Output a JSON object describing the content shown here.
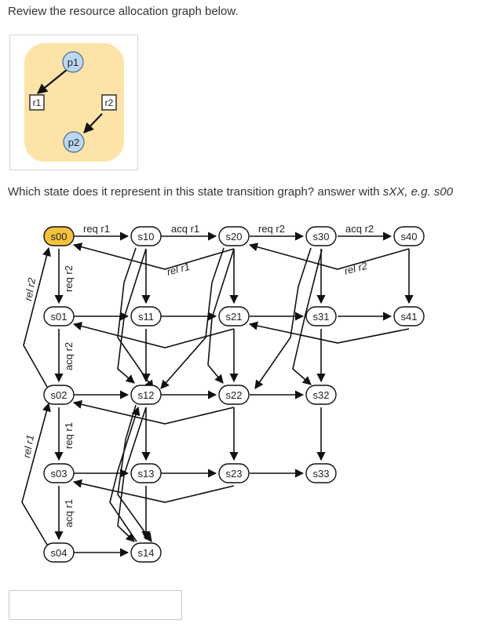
{
  "question": {
    "prompt1": "Review the resource allocation graph below.",
    "prompt2_main": "Which state does it represent in this state transition graph? answer with ",
    "prompt2_example": "sXX, e.g. s00"
  },
  "rag": {
    "processes": [
      "p1",
      "p2"
    ],
    "resources": [
      "r1",
      "r2"
    ],
    "colors": {
      "background": "#fde3a7",
      "process_fill": "#bcd8f0",
      "process_stroke": "#4a6c8c"
    }
  },
  "stg": {
    "states": {
      "s00": "s00",
      "s01": "s01",
      "s02": "s02",
      "s03": "s03",
      "s04": "s04",
      "s10": "s10",
      "s11": "s11",
      "s12": "s12",
      "s13": "s13",
      "s14": "s14",
      "s20": "s20",
      "s21": "s21",
      "s22": "s22",
      "s23": "s23",
      "s30": "s30",
      "s31": "s31",
      "s32": "s32",
      "s33": "s33",
      "s40": "s40",
      "s41": "s41"
    },
    "highlight": "s00",
    "colors": {
      "highlight_fill": "#f6c23e"
    },
    "labels": {
      "req_r1_top": "req r1",
      "acq_r1_top": "acq r1",
      "req_r2_top": "req r2",
      "acq_r2_top": "acq r2",
      "rel_r1_top": "rel r1",
      "rel_r2_top": "rel r2",
      "req_r2_side": "req r2",
      "acq_r2_side": "acq r2",
      "req_r1_side": "req r1",
      "acq_r1_side": "acq r1",
      "rel_r2_side": "rel r2",
      "rel_r1_side": "rel r1"
    }
  },
  "answer": {
    "value": ""
  }
}
